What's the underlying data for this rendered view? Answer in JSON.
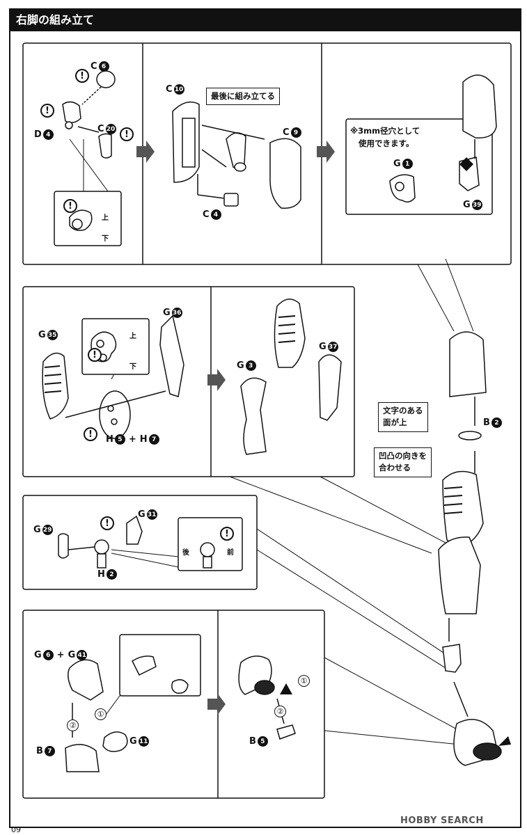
{
  "header": {
    "title": "右脚の組み立て"
  },
  "labels": {
    "c6": {
      "letter": "C",
      "num": "6"
    },
    "d4": {
      "letter": "D",
      "num": "4"
    },
    "c20": {
      "letter": "C",
      "num": "20"
    },
    "c10": {
      "letter": "C",
      "num": "10"
    },
    "c9": {
      "letter": "C",
      "num": "9"
    },
    "c4": {
      "letter": "C",
      "num": "4"
    },
    "g1": {
      "letter": "G",
      "num": "1"
    },
    "g39": {
      "letter": "G",
      "num": "39"
    },
    "g35": {
      "letter": "G",
      "num": "35"
    },
    "g36": {
      "letter": "G",
      "num": "36"
    },
    "g3": {
      "letter": "G",
      "num": "3"
    },
    "g37": {
      "letter": "G",
      "num": "37"
    },
    "h5": {
      "letter": "H",
      "num": "5"
    },
    "h7": {
      "letter": "H",
      "num": "7"
    },
    "plus": "+",
    "g29": {
      "letter": "G",
      "num": "29"
    },
    "g31": {
      "letter": "G",
      "num": "31"
    },
    "h2": {
      "letter": "H",
      "num": "2"
    },
    "b2": {
      "letter": "B",
      "num": "2"
    },
    "g6": {
      "letter": "G",
      "num": "6"
    },
    "g41": {
      "letter": "G",
      "num": "41"
    },
    "b7": {
      "letter": "B",
      "num": "7"
    },
    "g11": {
      "letter": "G",
      "num": "11"
    },
    "b5": {
      "letter": "B",
      "num": "5"
    }
  },
  "notes": {
    "last_assemble": "最後に組み立てる",
    "hole_line1": "※3mm径穴として",
    "hole_line2": "使用できます。",
    "text_face_line1": "文字のある",
    "text_face_line2": "面が上",
    "align_line1": "凹凸の向きを",
    "align_line2": "合わせる"
  },
  "small": {
    "up": "上",
    "down": "下",
    "back": "後",
    "front": "前"
  },
  "steps": {
    "one": "①",
    "two": "②"
  },
  "excl": "!",
  "page_number": "09",
  "watermark": "HOBBY SEARCH"
}
